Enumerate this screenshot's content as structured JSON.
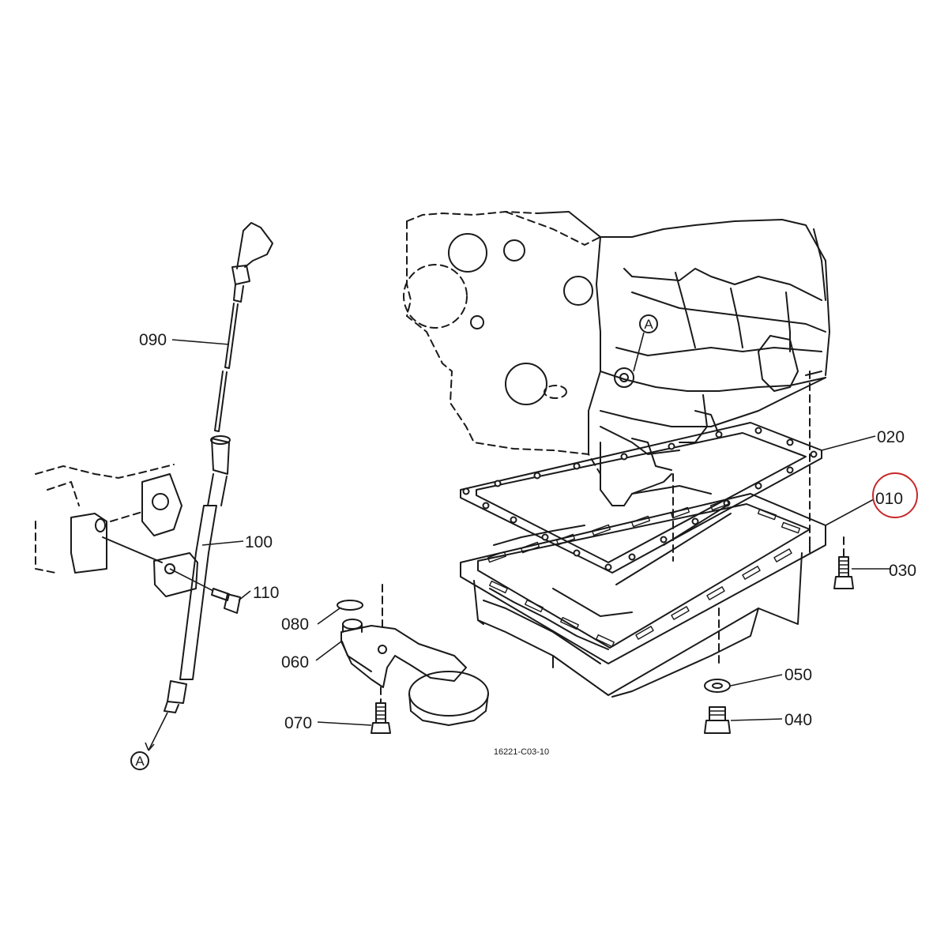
{
  "drawing_code": "16221-C03-10",
  "reference_mark": "A",
  "highlight_color": "#c62828",
  "parts": {
    "p010": "010",
    "p020": "020",
    "p030": "030",
    "p040": "040",
    "p050": "050",
    "p060": "060",
    "p070": "070",
    "p080": "080",
    "p090": "090",
    "p100": "100",
    "p110": "110"
  },
  "highlighted_part": "010"
}
